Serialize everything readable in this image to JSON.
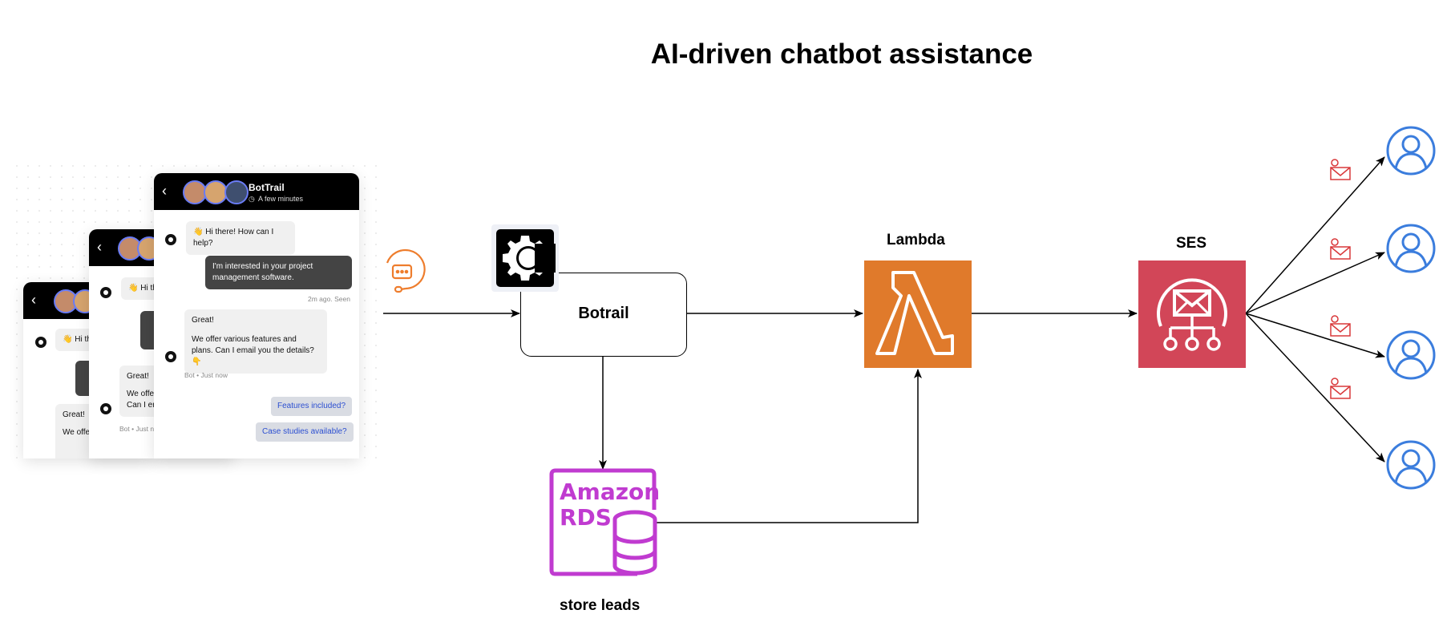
{
  "diagram": {
    "title": "AI-driven chatbot assistance",
    "nodes": {
      "botrail": "Botrail",
      "lambda": "Lambda",
      "ses": "SES",
      "rds_logo_line1": "Amazon",
      "rds_logo_line2": "RDS",
      "rds_caption": "store leads"
    }
  },
  "chat": {
    "bot_name": "BotTrail",
    "status": "A few minutes",
    "greeting": "👋 Hi there! How can I help?",
    "greeting_short": "👋 Hi th",
    "user_message": "I'm interested in your project management software.",
    "user_meta": "2m ago. Seen",
    "bot_reply_1": "Great!",
    "bot_reply_2": "We offer various features and plans. Can I email you the details? 👇",
    "bot_meta": "Bot • Just now",
    "chip_1": "Features included?",
    "chip_2": "Case studies available?",
    "mid_great": "Great!",
    "mid_reply": "We offe Can I er",
    "mid_meta": "Bot • Just n",
    "back_great": "Great!",
    "back_reply": "We offe"
  },
  "colors": {
    "lambda": "#e07a2b",
    "ses": "#d24658",
    "rds": "#c03bd0",
    "user_icon": "#3b7ddd",
    "mail_icon": "#d9383a",
    "chat_icon": "#ee7d2d"
  }
}
